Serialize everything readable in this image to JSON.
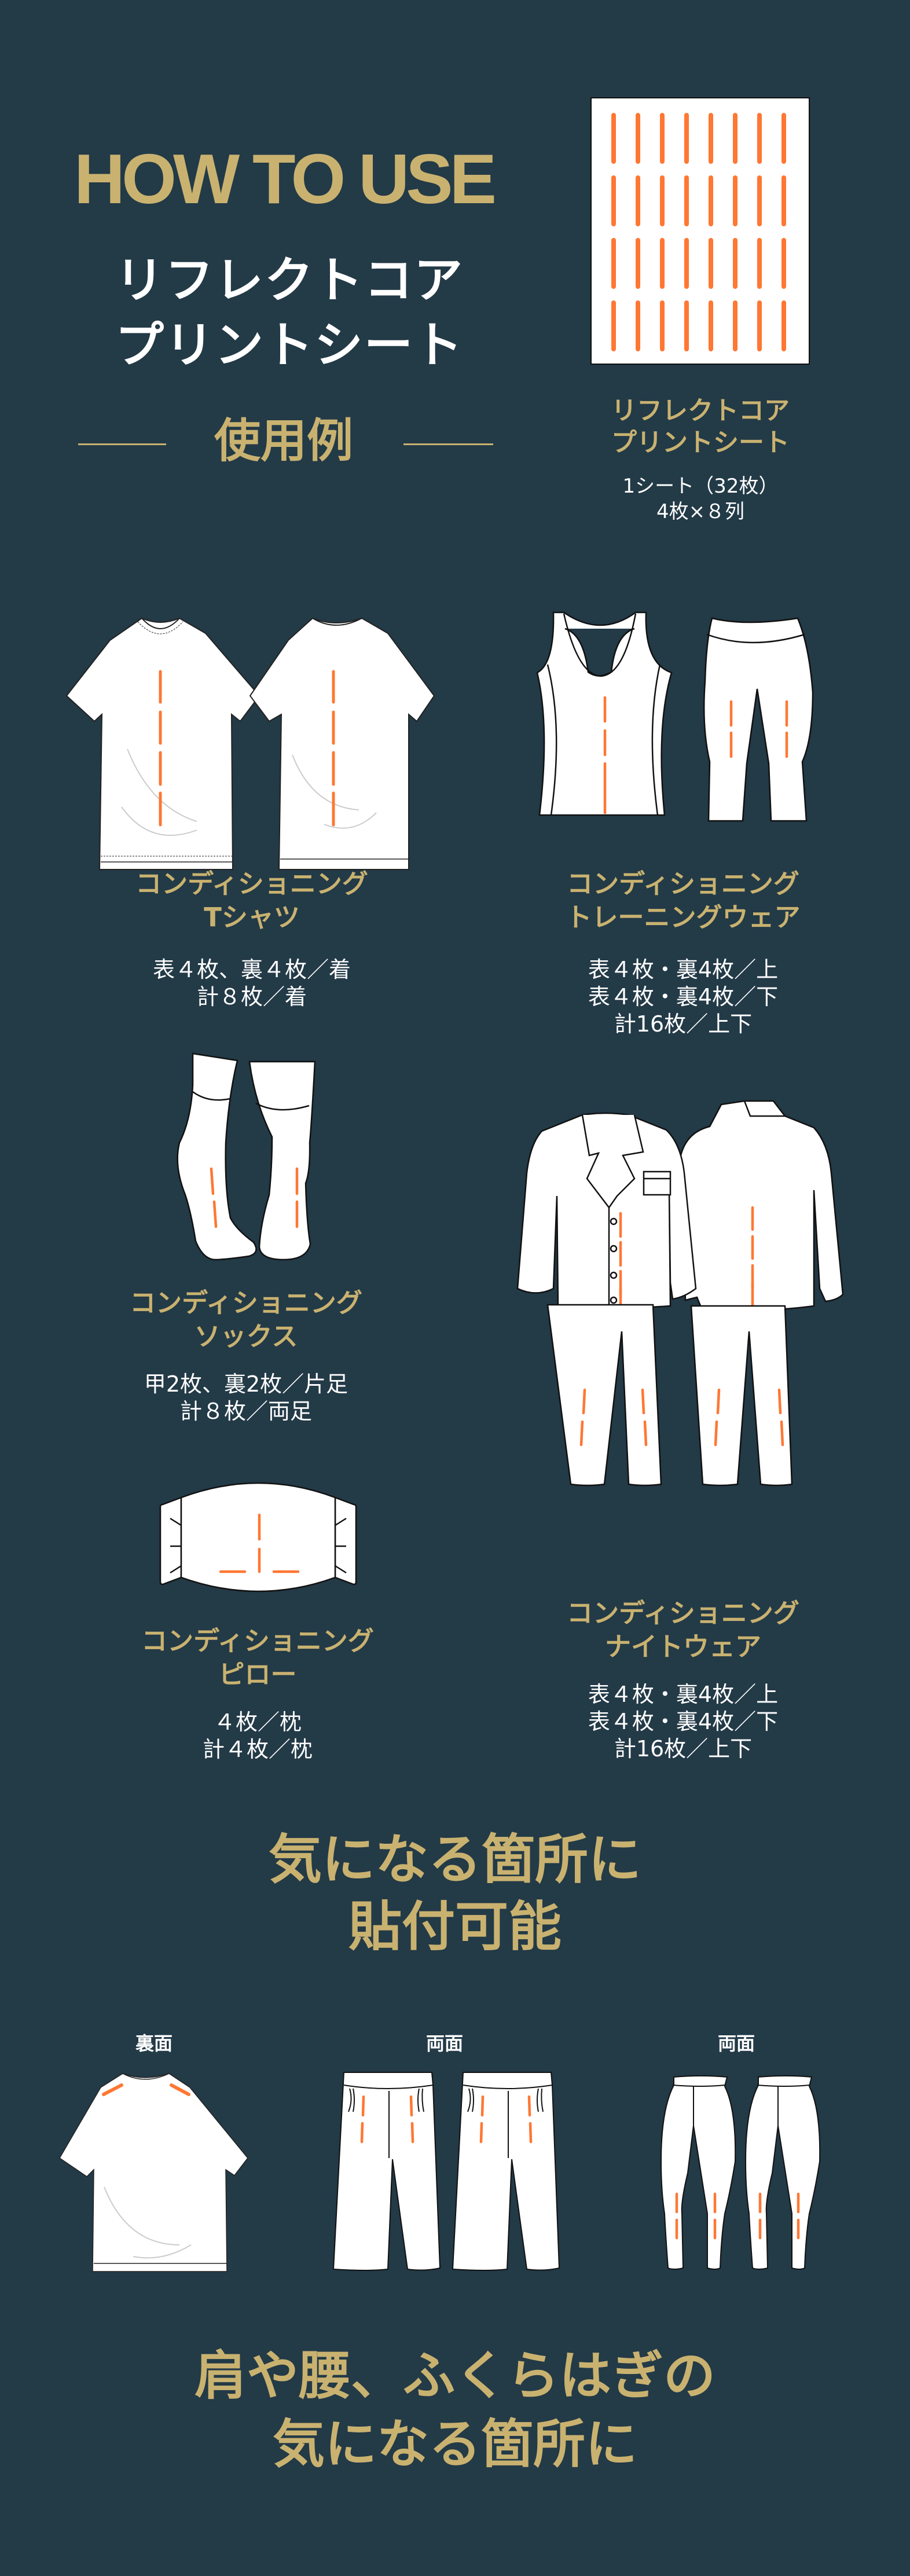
{
  "header": {
    "title_en": "HOW TO USE",
    "product_name_line1": "リフレクトコア",
    "product_name_line2": "プリントシート",
    "section_label": "使用例"
  },
  "sheet": {
    "name_line1": "リフレクトコア",
    "name_line2": "プリントシート",
    "count_line1": "1シート（32枚）",
    "count_line2": "4枚×８列",
    "rows": 4,
    "columns": 8
  },
  "examples": [
    {
      "id": "tshirt",
      "title_line1": "コンディショニング",
      "title_line2": "Tシャツ",
      "detail_lines": [
        "表４枚、裏４枚／着",
        "計８枚／着"
      ]
    },
    {
      "id": "training-wear",
      "title_line1": "コンディショニング",
      "title_line2": "トレーニングウェア",
      "detail_lines": [
        "表４枚・裏4枚／上",
        "表４枚・裏4枚／下",
        "計16枚／上下"
      ]
    },
    {
      "id": "socks",
      "title_line1": "コンディショニング",
      "title_line2": "ソックス",
      "detail_lines": [
        "甲2枚、裏2枚／片足",
        "計８枚／両足"
      ]
    },
    {
      "id": "nightwear",
      "title_line1": "コンディショニング",
      "title_line2": "ナイトウェア",
      "detail_lines": [
        "表４枚・裏4枚／上",
        "表４枚・裏4枚／下",
        "計16枚／上下"
      ]
    },
    {
      "id": "pillow",
      "title_line1": "コンディショニング",
      "title_line2": "ピロー",
      "detail_lines": [
        "４枚／枕",
        "計４枚／枕"
      ]
    }
  ],
  "placement": {
    "headline_line1": "気になる箇所に",
    "headline_line2": "貼付可能",
    "items": [
      {
        "label": "裏面",
        "garment": "tshirt-back"
      },
      {
        "label": "両面",
        "garment": "pants"
      },
      {
        "label": "両面",
        "garment": "leggings"
      }
    ]
  },
  "footer": {
    "line1": "肩や腰、ふくらはぎの",
    "line2": "気になる箇所に"
  },
  "colors": {
    "background": "#233a47",
    "gold": "#c9b270",
    "orange": "#ff7733",
    "white": "#ffffff"
  }
}
